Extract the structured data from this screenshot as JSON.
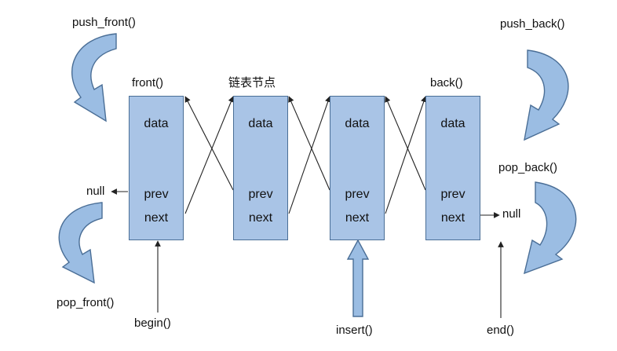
{
  "diagram": {
    "node_label": "链表节点",
    "nodes": [
      {
        "data": "data",
        "prev": "prev",
        "next": "next"
      },
      {
        "data": "data",
        "prev": "prev",
        "next": "next"
      },
      {
        "data": "data",
        "prev": "prev",
        "next": "next"
      },
      {
        "data": "data",
        "prev": "prev",
        "next": "next"
      }
    ],
    "labels": {
      "push_front": "push_front()",
      "pop_front": "pop_front()",
      "push_back": "push_back()",
      "pop_back": "pop_back()",
      "front": "front()",
      "back": "back()",
      "begin": "begin()",
      "insert": "insert()",
      "end": "end()",
      "null_left": "null",
      "null_right": "null"
    },
    "colors": {
      "node_fill": "#a9c4e6",
      "node_border": "#4a6e96",
      "curved_arrow_fill": "#9bbde3",
      "curved_arrow_stroke": "#4a6e96",
      "line": "#222222"
    }
  }
}
